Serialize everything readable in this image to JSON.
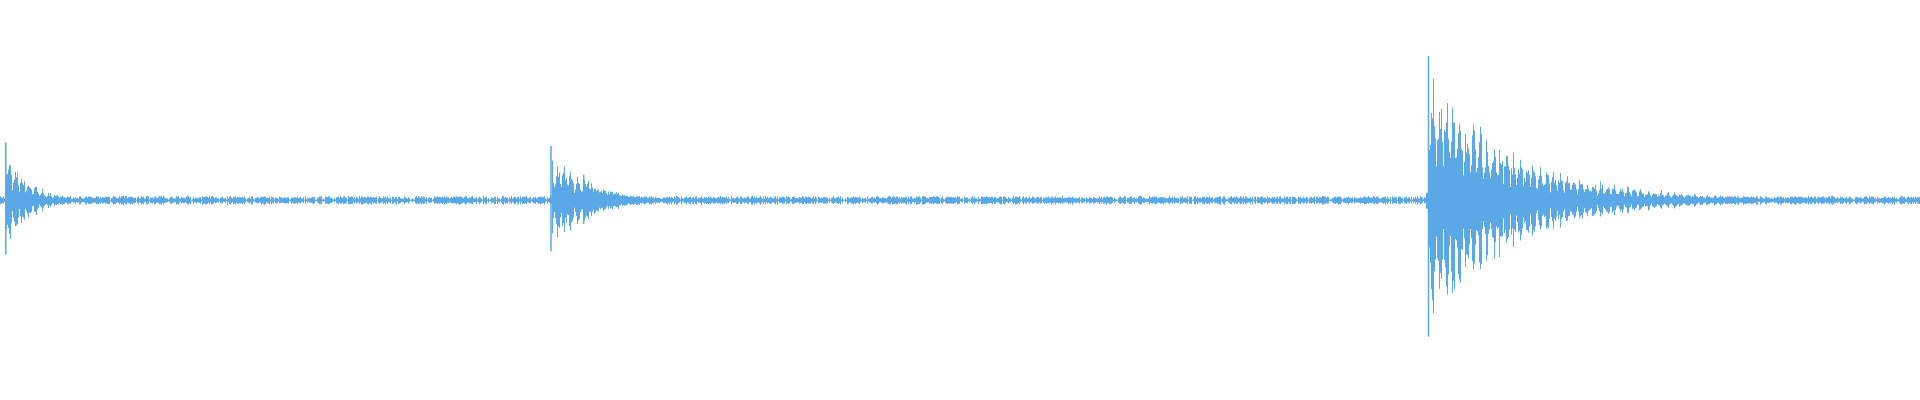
{
  "waveform": {
    "color": "#5aa9e6",
    "background": "#ffffff",
    "amplitude_scale": [
      -1,
      1
    ],
    "baseline_level": 0.01,
    "transients": [
      {
        "position": 0.003,
        "peak": 0.16,
        "decay": 0.012
      },
      {
        "position": 0.287,
        "peak": 0.15,
        "decay": 0.02
      },
      {
        "position": 0.304,
        "peak": 0.07,
        "decay": 0.014
      },
      {
        "position": 0.744,
        "peak": 0.4,
        "decay": 0.045
      }
    ]
  }
}
